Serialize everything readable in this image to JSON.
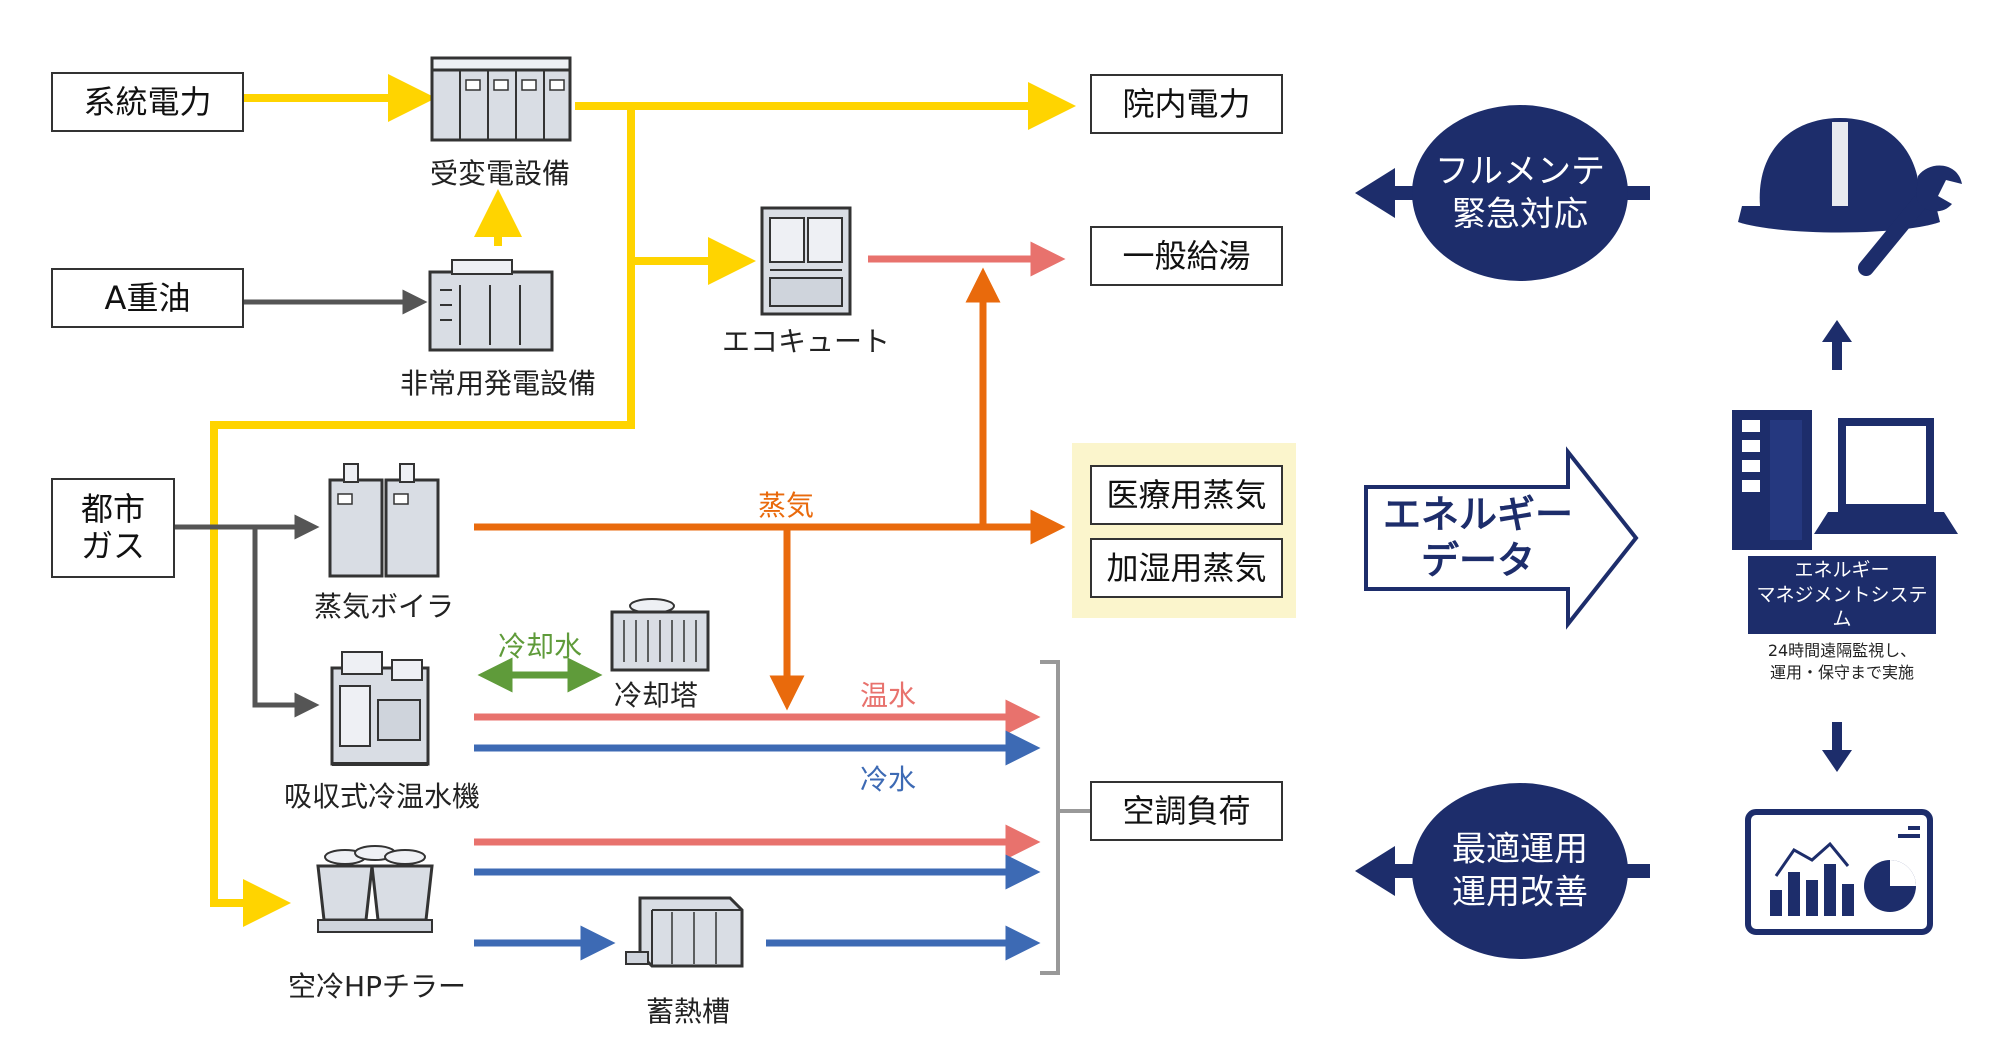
{
  "sources": {
    "grid_power": "系統電力",
    "heavy_oil": "A重油",
    "city_gas": "都市\nガス"
  },
  "equipment": {
    "substation": "受変電設備",
    "emergency_generator": "非常用発電設備",
    "ecocute": "エコキュート",
    "steam_boiler": "蒸気ボイラ",
    "absorption_chiller": "吸収式冷温水機",
    "cooling_tower": "冷却塔",
    "air_cooled_hp": "空冷HPチラー",
    "thermal_storage": "蓄熱槽"
  },
  "loads": {
    "hospital_power": "院内電力",
    "hot_water_supply": "一般給湯",
    "medical_steam": "医療用蒸気",
    "humidify_steam": "加湿用蒸気",
    "hvac_load": "空調負荷"
  },
  "flow_labels": {
    "steam": "蒸気",
    "cooling_water": "冷却水",
    "hot_water": "温水",
    "cold_water": "冷水"
  },
  "services": {
    "full_maintenance": "フルメンテ\n緊急対応",
    "energy_data": "エネルギー\nデータ",
    "optimal_operation": "最適運用\n運用改善",
    "ems_title": "エネルギー\nマネジメントシステム",
    "ems_note": "24時間遠隔監視し、\n運用・保守まで実施"
  },
  "colors": {
    "electric": "#ffd400",
    "steam": "#e96a0c",
    "hot_water": "#e8726d",
    "cold_water": "#3d6ab4",
    "cooling_water": "#5f9b3a",
    "fuel": "#555555",
    "navy": "#1d2d6b",
    "highlight_bg": "#fbf5cc"
  },
  "icons": {
    "substation": "substation-cabinet-icon",
    "generator": "generator-icon",
    "ecocute": "heat-pump-unit-icon",
    "boiler": "steam-boiler-icon",
    "chiller": "absorption-chiller-icon",
    "tower": "cooling-tower-icon",
    "hp_chiller": "air-cooled-chiller-icon",
    "storage": "thermal-storage-tank-icon",
    "helmet": "hard-hat-wrench-icon",
    "server": "server-computer-icon",
    "report": "bar-chart-report-icon"
  }
}
